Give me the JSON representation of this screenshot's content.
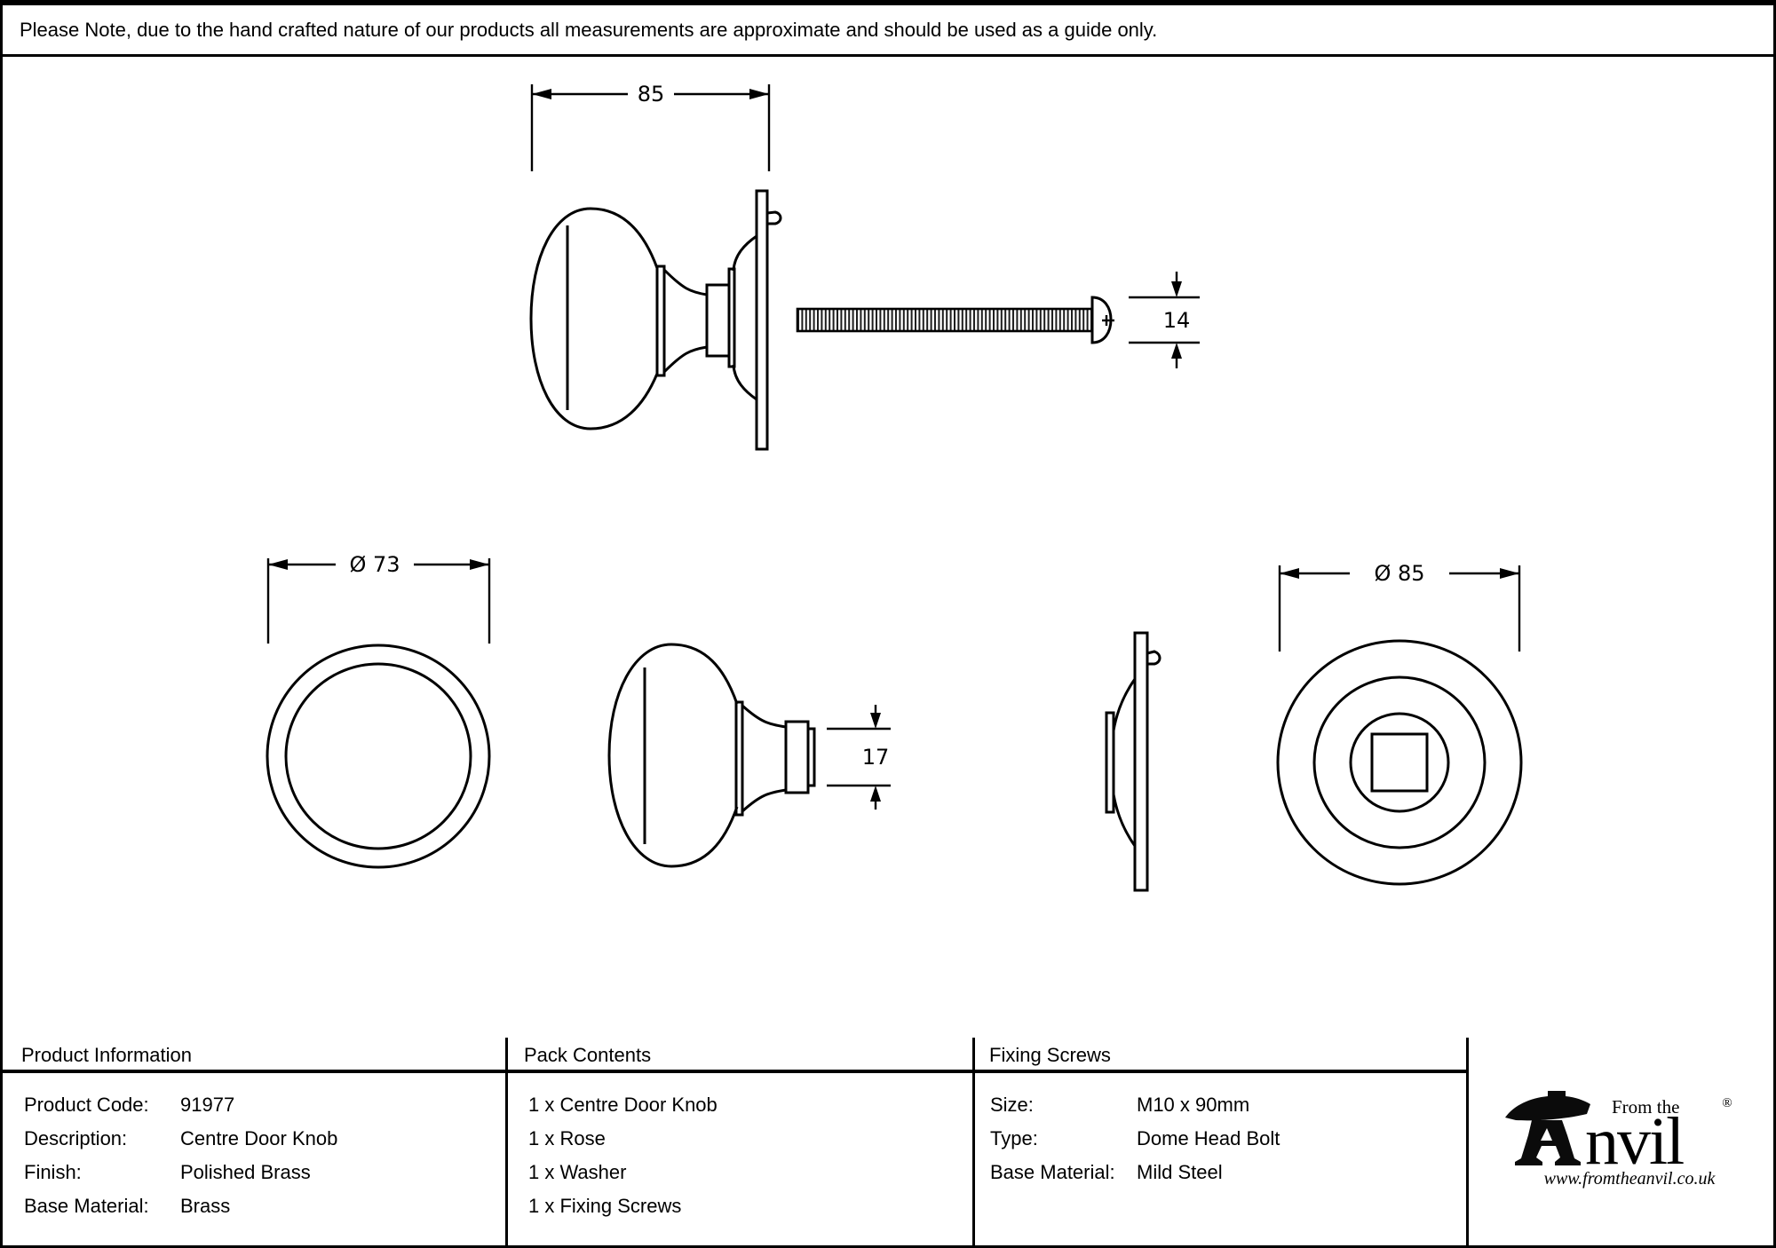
{
  "dimensions": {
    "knob_assembly_width": "85",
    "bolt_head_height": "14",
    "knob_diameter": "Ø 73",
    "shank_diameter": "17",
    "rose_diameter": "Ø 85"
  },
  "note": "Please Note, due to the hand crafted nature of our products all measurements are approximate and should be used as a guide only.",
  "table": {
    "product_info": {
      "header": "Product Information",
      "rows": [
        {
          "label": "Product Code:",
          "value": "91977"
        },
        {
          "label": "Description:",
          "value": "Centre Door Knob"
        },
        {
          "label": "Finish:",
          "value": "Polished Brass"
        },
        {
          "label": "Base Material:",
          "value": "Brass"
        }
      ]
    },
    "pack_contents": {
      "header": "Pack Contents",
      "items": [
        "1 x Centre Door Knob",
        "1 x Rose",
        "1 x Washer",
        "1 x Fixing Screws"
      ]
    },
    "fixing_screws": {
      "header": "Fixing Screws",
      "rows": [
        {
          "label": "Size:",
          "value": "M10 x 90mm"
        },
        {
          "label": "Type:",
          "value": "Dome Head Bolt"
        },
        {
          "label": "Base Material:",
          "value": "Mild Steel"
        }
      ]
    }
  },
  "logo": {
    "tagline": "From the",
    "brand_suffix": "nvil",
    "registered_mark": "®",
    "url": "www.fromtheanvil.co.uk"
  },
  "colors": {
    "line": "#000000",
    "background": "#ffffff"
  }
}
